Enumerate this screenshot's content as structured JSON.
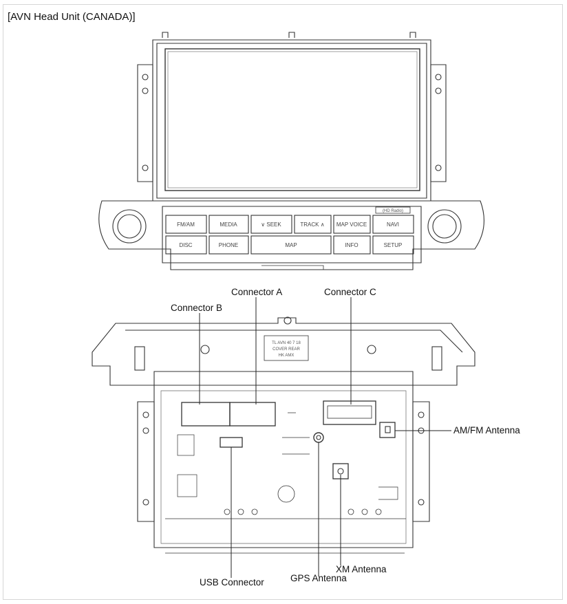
{
  "title": "[AVN Head Unit (CANADA)]",
  "front_panel": {
    "buttons_row1": [
      "FM/AM",
      "MEDIA",
      "∨ SEEK",
      "TRACK ∧",
      "MAP VOICE",
      "NAVI"
    ],
    "buttons_row2": [
      "DISC",
      "PHONE",
      "MAP",
      "INFO",
      "SETUP"
    ],
    "badge": "(HD Radio)"
  },
  "rear_panel": {
    "sticker_text": [
      "TL AVN 40 7 18",
      "COVER REAR",
      "HK AMX"
    ]
  },
  "callouts": {
    "connector_a": "Connector A",
    "connector_b": "Connector B",
    "connector_c": "Connector C",
    "am_fm_antenna": "AM/FM Antenna",
    "usb_connector": "USB Connector",
    "gps_antenna": "GPS Antenna",
    "xm_antenna": "XM Antenna"
  },
  "colors": {
    "line": "#333333",
    "frame": "#d6d6d6"
  }
}
